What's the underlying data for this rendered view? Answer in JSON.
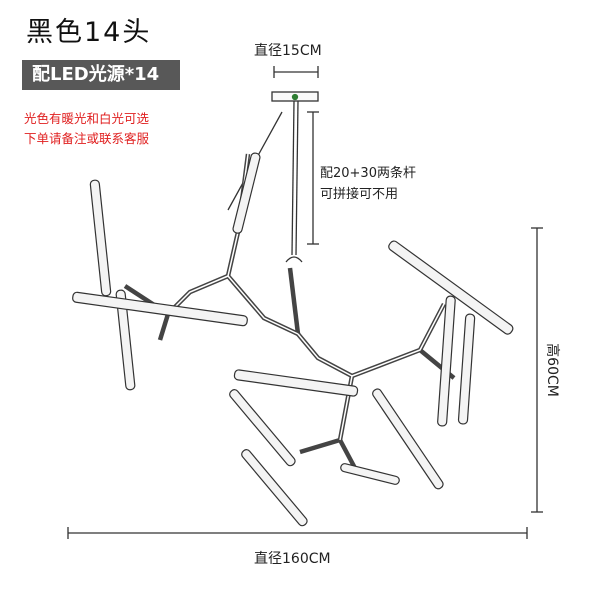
{
  "title": "黑色14头",
  "badge": "配LED光源*14",
  "notes": {
    "line1": "光色有暖光和白光可选",
    "line2": "下单请备注或联系客服"
  },
  "dimensions": {
    "canopy_diameter": "直径15CM",
    "rod_info_line1": "配20+30两条杆",
    "rod_info_line2": "可拼接可不用",
    "height": "高60CM",
    "width": "直径160CM"
  },
  "colors": {
    "badge_bg": "#585858",
    "note_red": "#e02020",
    "line": "#333333",
    "accent_green": "#2e7d32"
  }
}
